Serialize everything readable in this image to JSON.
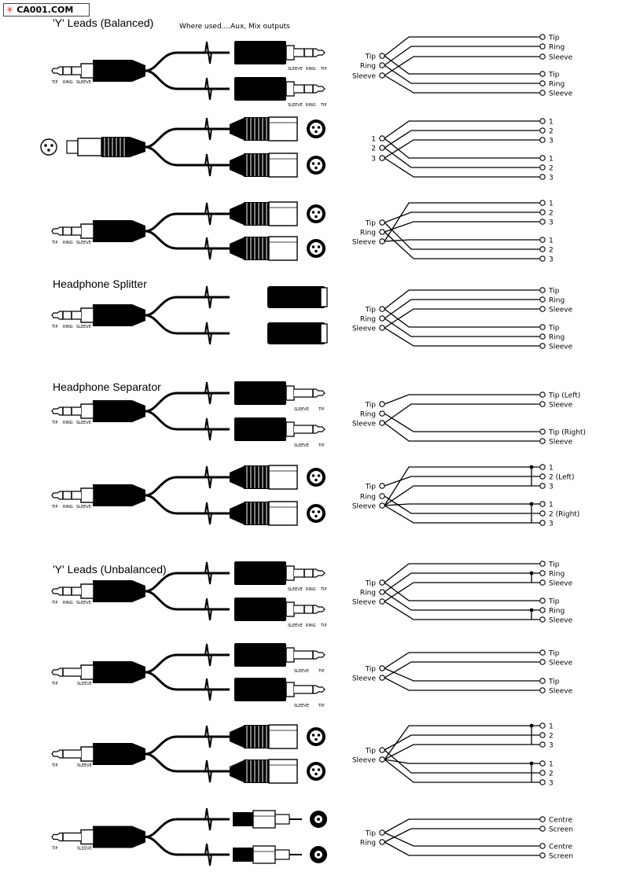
{
  "watermark": {
    "text": "CA001.COM",
    "icon": "star-icon",
    "color": "#d21a1a"
  },
  "note": "Where used....Aux, Mix outputs",
  "rows": [
    {
      "heading": "'Y' Leads (Balanced)",
      "in_kind": "trs",
      "in_labels": [
        "TIP",
        "RING",
        "SLEEVE"
      ],
      "out_kind": "trs",
      "out_labels": [
        "SLEEVE",
        "RING",
        "TIP"
      ],
      "pins": [
        "Tip",
        "Ring",
        "Sleeve"
      ],
      "outs": [
        "Tip",
        "Ring",
        "Sleeve",
        "Tip",
        "Ring",
        "Sleeve"
      ]
    },
    {
      "heading": "",
      "in_kind": "xlr",
      "in_labels": [],
      "out_kind": "xlr",
      "out_labels": [],
      "pins": [
        "1",
        "2",
        "3"
      ],
      "outs": [
        "1",
        "2",
        "3",
        "1",
        "2",
        "3"
      ]
    },
    {
      "heading": "",
      "in_kind": "trs",
      "in_labels": [
        "TIP",
        "RING",
        "SLEEVE"
      ],
      "out_kind": "xlr",
      "out_labels": [],
      "pins": [
        "Tip",
        "Ring",
        "Sleeve"
      ],
      "outs": [
        "1",
        "2",
        "3",
        "1",
        "2",
        "3"
      ]
    },
    {
      "heading": "Headphone Splitter",
      "in_kind": "trs",
      "in_labels": [
        "TIP",
        "RING",
        "SLEEVE"
      ],
      "out_kind": "socket",
      "out_labels": [],
      "pins": [
        "Tip",
        "Ring",
        "Sleeve"
      ],
      "outs": [
        "Tip",
        "Ring",
        "Sleeve",
        "Tip",
        "Ring",
        "Sleeve"
      ]
    },
    {
      "heading": "Headphone Separator",
      "in_kind": "trs",
      "in_labels": [
        "TIP",
        "RING",
        "SLEEVE"
      ],
      "out_kind": "ts",
      "out_labels": [
        "SLEEVE",
        "TIP"
      ],
      "pins": [
        "Tip",
        "Ring",
        "Sleeve"
      ],
      "outs": [
        "Tip (Left)",
        "Sleeve",
        "Tip (Right)",
        "Sleeve"
      ]
    },
    {
      "heading": "",
      "in_kind": "trs",
      "in_labels": [
        "TIP",
        "RING",
        "SLEEVE"
      ],
      "out_kind": "xlr",
      "out_labels": [],
      "pins": [
        "Tip",
        "Ring",
        "Sleeve"
      ],
      "outs": [
        "1",
        "2 (Left)",
        "3",
        "1",
        "2 (Right)",
        "3"
      ]
    },
    {
      "heading": "'Y' Leads (Unbalanced)",
      "in_kind": "trs",
      "in_labels": [
        "TIP",
        "RING",
        "SLEEVE"
      ],
      "out_kind": "trs",
      "out_labels": [
        "SLEEVE",
        "RING",
        "TIP"
      ],
      "pins": [
        "Tip",
        "Ring",
        "Sleeve"
      ],
      "outs": [
        "Tip",
        "Ring",
        "Sleeve",
        "Tip",
        "Ring",
        "Sleeve"
      ]
    },
    {
      "heading": "",
      "in_kind": "ts",
      "in_labels": [
        "TIP",
        "SLEEVE"
      ],
      "out_kind": "ts",
      "out_labels": [
        "SLEEVE",
        "TIP"
      ],
      "pins": [
        "Tip",
        "Sleeve"
      ],
      "outs": [
        "Tip",
        "Sleeve",
        "Tip",
        "Sleeve"
      ]
    },
    {
      "heading": "",
      "in_kind": "ts",
      "in_labels": [
        "TIP",
        "SLEEVE"
      ],
      "out_kind": "xlr",
      "out_labels": [],
      "pins": [
        "Tip",
        "Sleeve"
      ],
      "outs": [
        "1",
        "2",
        "3",
        "1",
        "2",
        "3"
      ]
    },
    {
      "heading": "",
      "in_kind": "ts",
      "in_labels": [
        "TIP",
        "SLEEVE"
      ],
      "out_kind": "rca",
      "out_labels": [],
      "pins": [
        "Tip",
        "Ring"
      ],
      "outs": [
        "Centre",
        "Screen",
        "Centre",
        "Screen"
      ]
    }
  ]
}
